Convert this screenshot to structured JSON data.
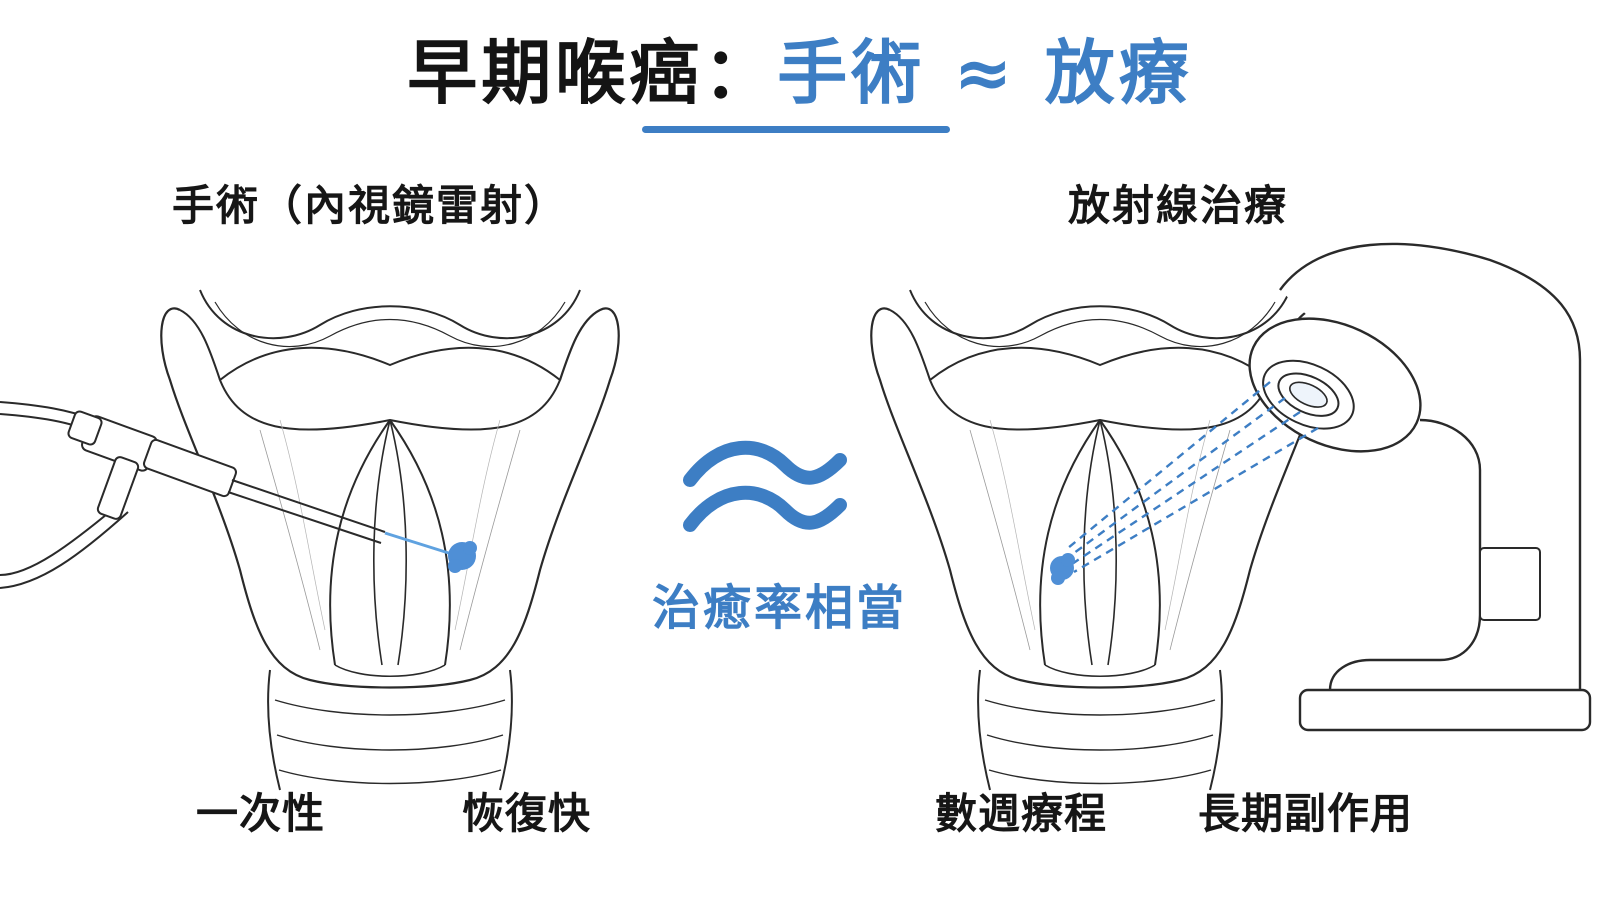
{
  "title": {
    "prefix": "早期喉癌：",
    "highlight": "手術 ≈ 放療"
  },
  "left_panel": {
    "heading": "手術（內視鏡雷射）",
    "notes": [
      "一次性",
      "恢復快"
    ]
  },
  "right_panel": {
    "heading": "放射線治療",
    "notes": [
      "數週療程",
      "長期副作用"
    ]
  },
  "comparison": {
    "label": "治癒率相當"
  },
  "colors": {
    "accent": "#3d7ec4",
    "tumor": "#4f8fd6",
    "line_art": "#2a2a2a",
    "text": "#161616"
  },
  "icons": {
    "surgery": "endoscope-laser-icon",
    "radiation": "radiation-machine-icon",
    "equivalent": "approximately-equal-icon"
  }
}
